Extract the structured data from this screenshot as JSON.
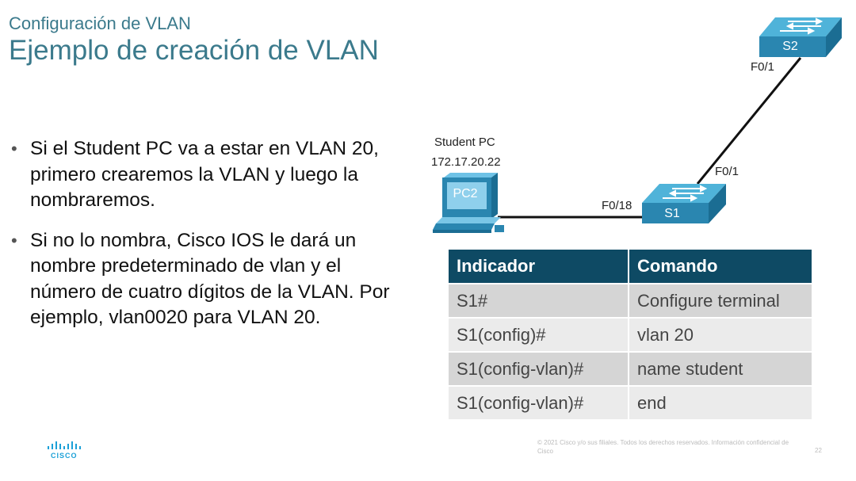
{
  "slide": {
    "subtitle": "Configuración de VLAN",
    "title": "Ejemplo de creación de VLAN",
    "bullets": [
      "Si el Student PC va a estar en VLAN 20, primero crearemos la VLAN y luego la nombraremos.",
      "Si no lo nombra, Cisco IOS le dará un nombre predeterminado de vlan y el número de cuatro dígitos de la VLAN. Por ejemplo, vlan0020 para VLAN 20."
    ],
    "bullet_glyph": "•"
  },
  "diagram": {
    "pc_label": "Student PC",
    "pc_ip": "172.17.20.22",
    "pc_name": "PC2",
    "s1_name": "S1",
    "s2_name": "S2",
    "port_s1_pc": "F0/18",
    "port_s1_s2": "F0/1",
    "port_s2_s1": "F0/1",
    "switch_color": "#2a86b0"
  },
  "table": {
    "headers": [
      "Indicador",
      "Comando"
    ],
    "rows": [
      [
        "S1#",
        "Configure terminal"
      ],
      [
        "S1(config)#",
        "vlan 20"
      ],
      [
        "S1(config-vlan)#",
        "name student"
      ],
      [
        "S1(config-vlan)#",
        "end"
      ]
    ],
    "header_color": "#0e4a64"
  },
  "footer": {
    "copyright": "© 2021 Cisco y/o sus filiales. Todos los derechos reservados.   Información confidencial de Cisco",
    "page": "22",
    "logo": "CISCO"
  }
}
